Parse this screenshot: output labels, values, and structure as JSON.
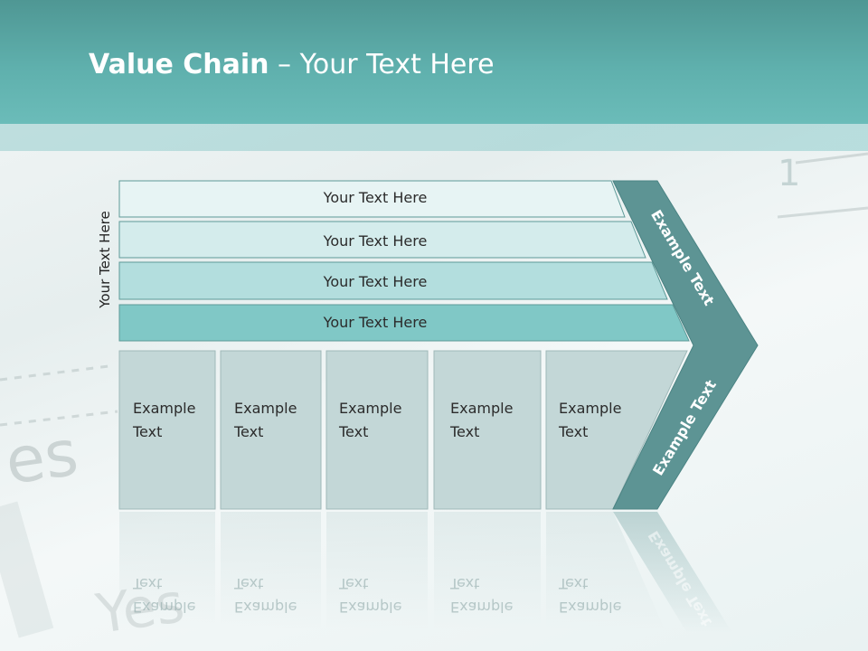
{
  "title": {
    "bold": "Value Chain",
    "rest": " – Your Text Here"
  },
  "side_label": "Your Text Here",
  "rows": [
    {
      "label": "Your Text Here",
      "color": "#e7f4f4"
    },
    {
      "label": "Your Text Here",
      "color": "#d4ecec"
    },
    {
      "label": "Your Text Here",
      "color": "#b3dede"
    },
    {
      "label": "Your Text Here",
      "color": "#80c8c6"
    }
  ],
  "columns": [
    {
      "line1": "Example",
      "line2": "Text"
    },
    {
      "line1": "Example",
      "line2": "Text"
    },
    {
      "line1": "Example",
      "line2": "Text"
    },
    {
      "line1": "Example",
      "line2": "Text"
    },
    {
      "line1": "Example",
      "line2": "Text"
    }
  ],
  "chevron": {
    "upper": "Example Text",
    "lower": "Example Text",
    "color": "#5d9494"
  },
  "colors": {
    "header": "#5fb0ad",
    "column_fill": "#c3d7d7"
  }
}
